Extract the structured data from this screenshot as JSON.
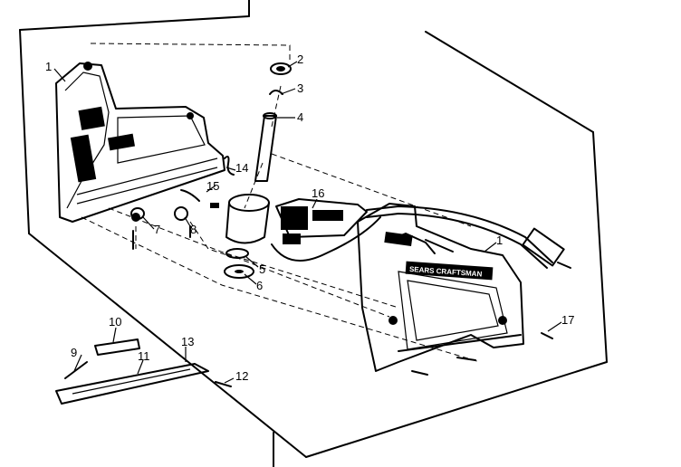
{
  "diagram": {
    "brand_label": "SEARS CRAFTSMAN",
    "callouts": [
      "1",
      "2",
      "3",
      "4",
      "5",
      "6",
      "7",
      "8",
      "9",
      "10",
      "11",
      "12",
      "13",
      "14",
      "15",
      "16",
      "17",
      "1"
    ]
  }
}
